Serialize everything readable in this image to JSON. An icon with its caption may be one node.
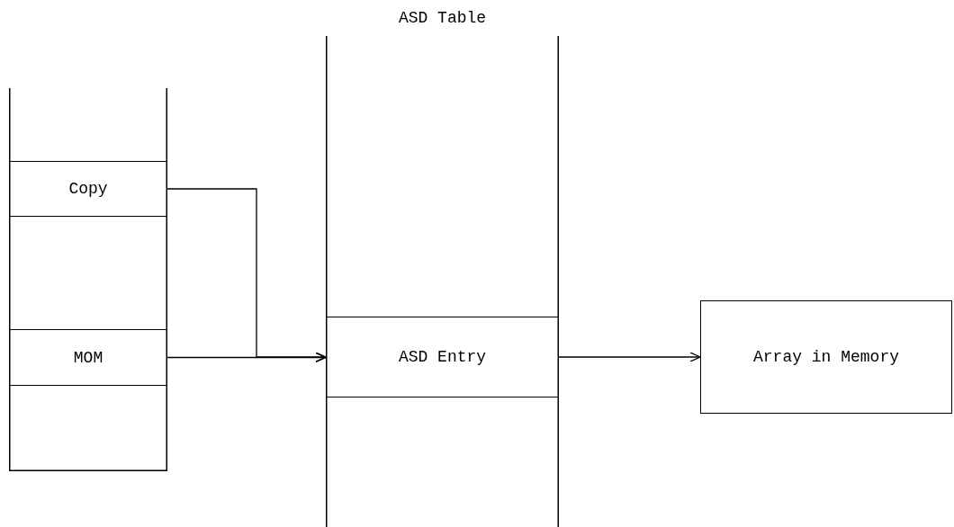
{
  "diagram": {
    "nodes": [
      {
        "text": [],
        "shape": "box"
      },
      {
        "text": [
          "Copy"
        ],
        "in": 0
      },
      {
        "text": [
          "MOM"
        ],
        "in": 0
      },
      {
        "text": [
          "ASD Table"
        ]
      },
      {
        "text": [
          "ASD Entry"
        ],
        "in": 3
      },
      {
        "text": [
          "Array in Memory"
        ]
      }
    ],
    "edges": [
      {
        "from": 1,
        "to": 4,
        "arrow": "to"
      },
      {
        "from": 2,
        "to": 4,
        "arrow": "to"
      },
      {
        "from": 4,
        "to": 5,
        "arrow": "to"
      }
    ]
  }
}
